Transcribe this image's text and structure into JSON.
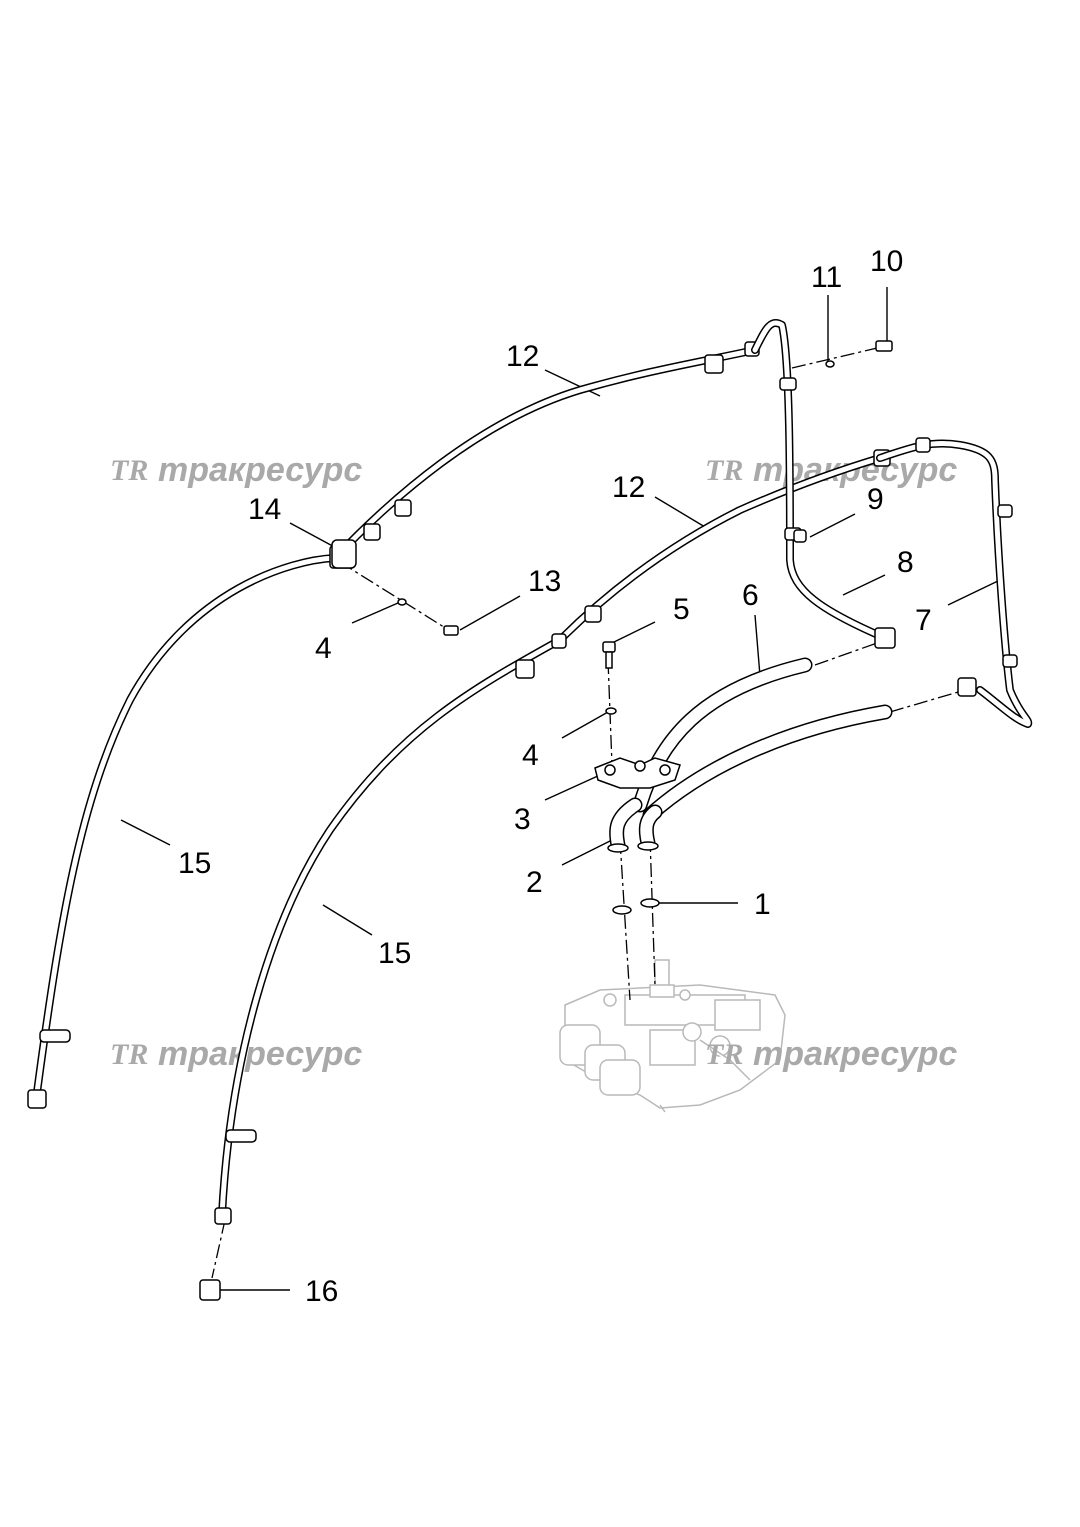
{
  "watermark": {
    "text": "тракресурс",
    "logo": "TR"
  },
  "callouts": {
    "c1": "1",
    "c2": "2",
    "c3": "3",
    "c4a": "4",
    "c4b": "4",
    "c5": "5",
    "c6": "6",
    "c7": "7",
    "c8": "8",
    "c9": "9",
    "c10": "10",
    "c11": "11",
    "c12a": "12",
    "c12b": "12",
    "c13": "13",
    "c14": "14",
    "c15a": "15",
    "c15b": "15",
    "c16": "16"
  }
}
